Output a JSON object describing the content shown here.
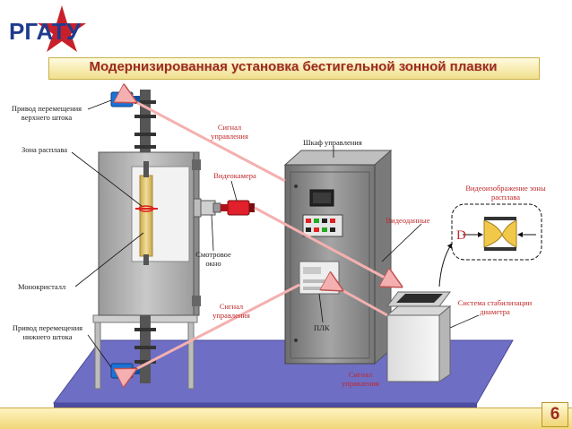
{
  "logo": {
    "text": "РГАТУ"
  },
  "title": "Модернизированная установка бестигельной зонной плавки",
  "labels": {
    "upper_drive": "Привод перемещения верхнего штока",
    "melt_zone": "Зона расплава",
    "monocrystal": "Монокристалл",
    "lower_drive": "Привод перемещения нижнего штока",
    "signal_top": "Сигнал управления",
    "control_cabinet": "Шкаф управления",
    "videocamera": "Видеокамера",
    "viewing_window": "Смотровое окно",
    "video_data": "Видеоданные",
    "video_image": "Видеоизображение зоны расплава",
    "diameter_symbol": "D",
    "plc": "ПЛК",
    "signal_mid": "Сигнал управления",
    "stabilization_system": "Система стабилизации диаметра",
    "signal_bottom": "Сигнал управления"
  },
  "page_number": "6",
  "colors": {
    "title": "#9d2b22",
    "annotation": "#c0282a",
    "floor": "#6e6ec4",
    "cabinet": "#8a8a8a"
  },
  "icons": {
    "logo": "rgatu-star-logo",
    "camera": "video-camera",
    "motor": "drive-motor"
  }
}
